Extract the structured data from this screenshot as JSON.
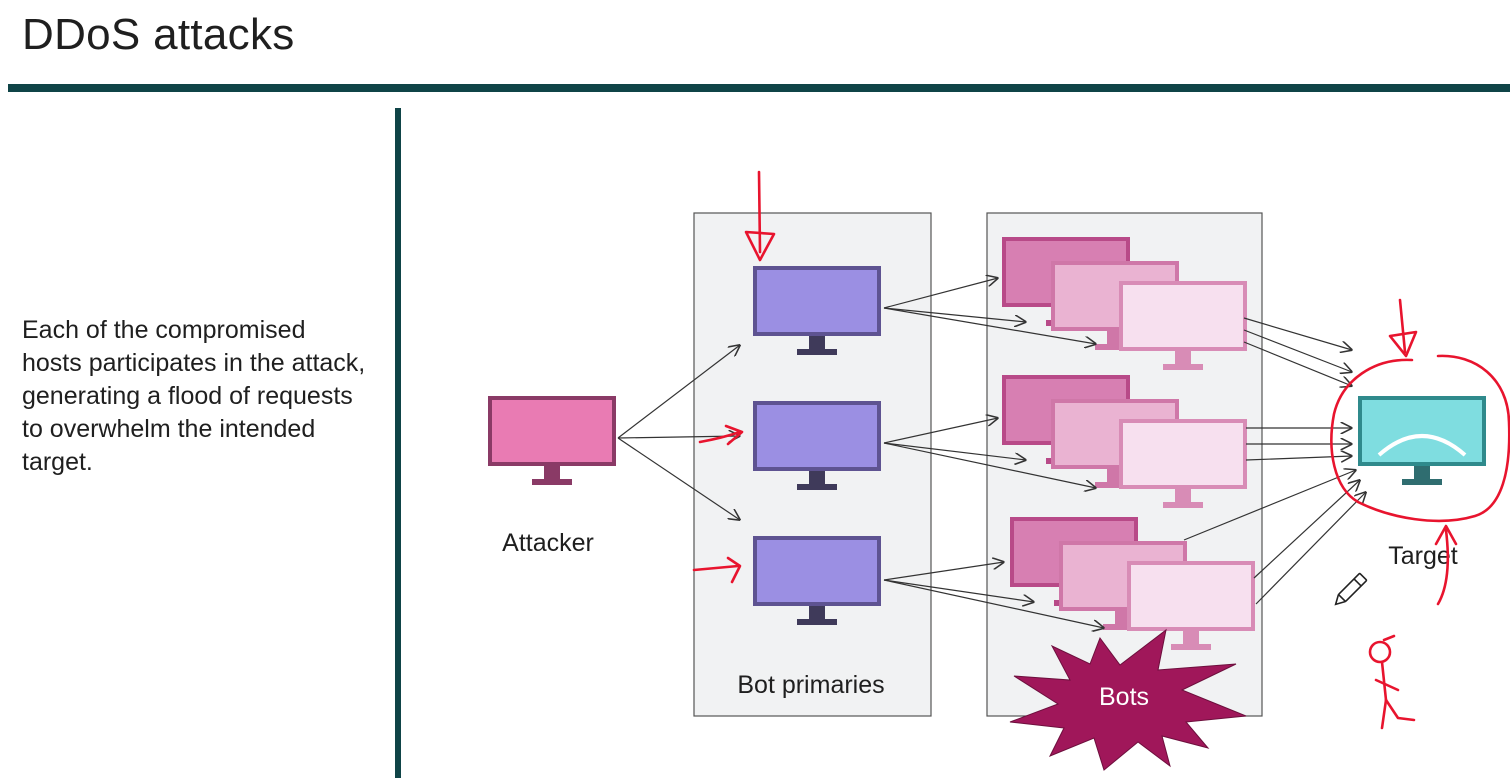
{
  "slide": {
    "title": "DDoS attacks",
    "body_text": "Each of the compromised hosts participates in the attack, generating a flood of requests to overwhelm the intended target."
  },
  "diagram": {
    "attacker_label": "Attacker",
    "bot_primaries_label": "Bot primaries",
    "bots_label": "Bots",
    "target_label": "Target"
  },
  "colors": {
    "accent_rule": "#0f4447",
    "attacker_monitor": "#e97bb3",
    "primary_monitor": "#9b8fe3",
    "primary_frame": "#5e5391",
    "bot_dark": "#d77fb2",
    "bot_mid": "#eab3d2",
    "bot_light": "#f7e0ef",
    "target_monitor": "#7fdde0",
    "target_frame": "#2f8a8c",
    "bots_burst": "#a0175a",
    "annotation_red": "#e8142e"
  },
  "icons": [
    "monitor-icon",
    "pencil-icon",
    "burst-shape"
  ]
}
